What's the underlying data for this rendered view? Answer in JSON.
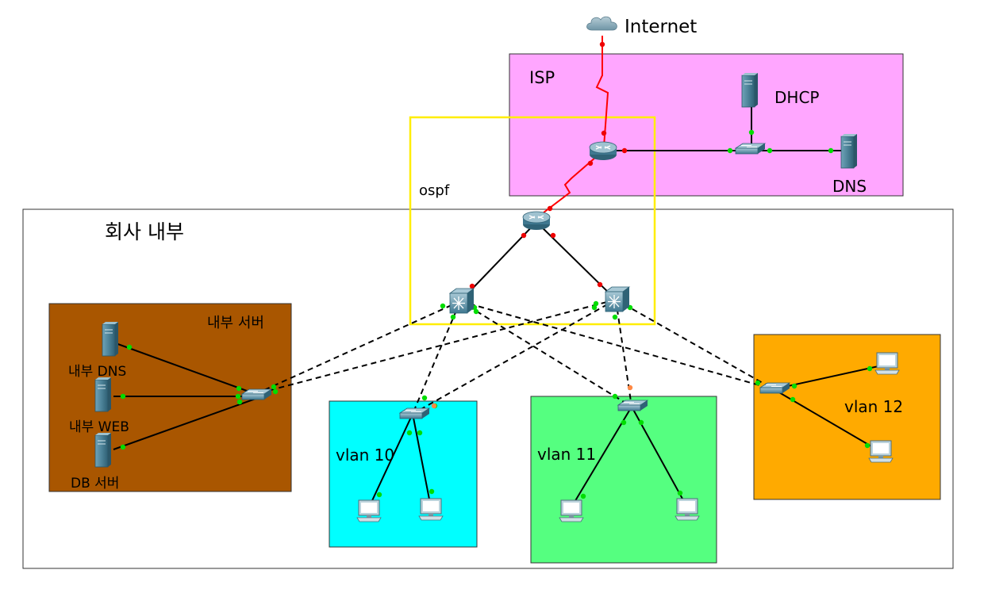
{
  "labels": {
    "internet": "Internet",
    "isp": "ISP",
    "dhcp": "DHCP",
    "dns": "DNS",
    "ospf": "ospf",
    "company": "회사 내부",
    "server_zone": "내부 서버",
    "internal_dns": "내부 DNS",
    "internal_web": "내부 WEB",
    "db_server": "DB 서버",
    "vlan10": "vlan 10",
    "vlan11": "vlan 11",
    "vlan12": "vlan 12"
  },
  "colors": {
    "isp_zone": "#ffa6ff",
    "server_zone": "#a95600",
    "vlan10_zone": "#00ffff",
    "vlan11_zone": "#55ff80",
    "vlan12_zone": "#ffaa00",
    "ospf_border": "#ffee00",
    "serial_link": "#ff0000",
    "port_up": "#00dd00",
    "port_down": "#ee0000",
    "port_blocking": "#ff8844"
  },
  "icons": {
    "cloud": "cloud-icon",
    "router": "router-icon",
    "multilayer_switch": "multilayer-switch-icon",
    "switch": "switch-icon",
    "server": "server-icon",
    "pc": "pc-icon"
  }
}
